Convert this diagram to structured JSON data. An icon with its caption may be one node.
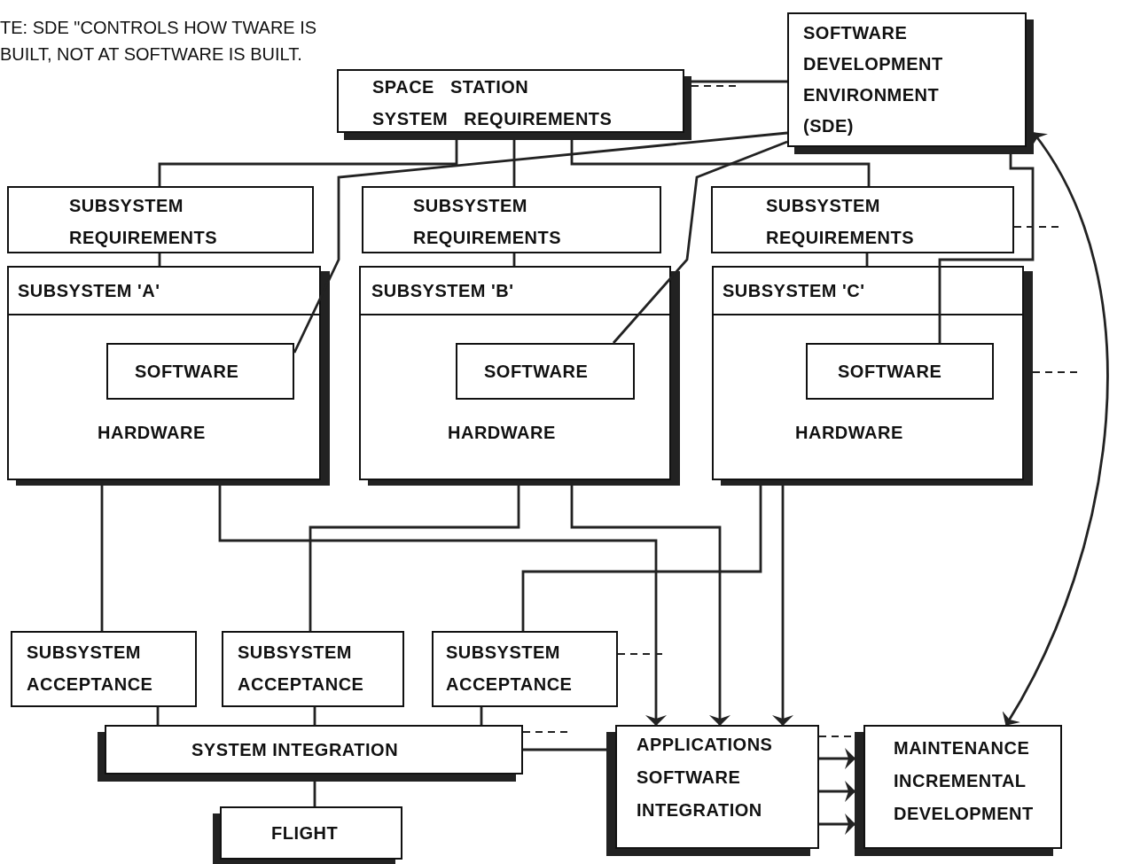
{
  "diagram": {
    "nodes": [
      {
        "text": [
          "SPACE STATION SYSTEM REQUIREMENTS"
        ]
      },
      {
        "text": [
          "SOFTWARE DEVELOPMENT ENVIRONMENT (SDE)"
        ]
      },
      {
        "text": [
          "SUBSYSTEM REQUIREMENTS"
        ]
      },
      {
        "text": [
          "SUBSYSTEM REQUIREMENTS"
        ]
      },
      {
        "text": [
          "SUBSYSTEM REQUIREMENTS"
        ]
      },
      {
        "text": [
          "SUBSYSTEM 'A'",
          "HARDWARE"
        ]
      },
      {
        "text": [
          "SOFTWARE"
        ],
        "in": 5
      },
      {
        "text": [
          "SUBSYSTEM 'B'",
          "HARDWARE"
        ]
      },
      {
        "text": [
          "SOFTWARE"
        ],
        "in": 7
      },
      {
        "text": [
          "SUBSYSTEM 'C'",
          "HARDWARE"
        ]
      },
      {
        "text": [
          "SOFTWARE"
        ],
        "in": 9
      },
      {
        "text": [
          "SUBSYSTEM ACCEPTANCE"
        ]
      },
      {
        "text": [
          "SUBSYSTEM ACCEPTANCE"
        ]
      },
      {
        "text": [
          "SUBSYSTEM ACCEPTANCE"
        ]
      },
      {
        "text": [
          "SYSTEM INTEGRATION"
        ]
      },
      {
        "text": [
          "FLIGHT"
        ]
      },
      {
        "text": [
          "APPLICATIONS SOFTWARE INTEGRATION"
        ]
      },
      {
        "text": [
          "MAINTENANCE INCREMENTAL DEVELOPMENT"
        ]
      }
    ],
    "edges": [
      {
        "from": 0,
        "to": 1,
        "arrow": "none"
      },
      {
        "from": 0,
        "to": 2,
        "arrow": "none"
      },
      {
        "from": 0,
        "to": 3,
        "arrow": "none"
      },
      {
        "from": 0,
        "to": 4,
        "arrow": "none"
      },
      {
        "from": 2,
        "to": 5,
        "arrow": "none"
      },
      {
        "from": 3,
        "to": 7,
        "arrow": "none"
      },
      {
        "from": 4,
        "to": 9,
        "arrow": "none"
      },
      {
        "from": 1,
        "to": 6,
        "arrow": "none"
      },
      {
        "from": 1,
        "to": 8,
        "arrow": "none"
      },
      {
        "from": 1,
        "to": 10,
        "arrow": "none"
      },
      {
        "from": 5,
        "to": 11,
        "arrow": "none"
      },
      {
        "from": 7,
        "to": 12,
        "arrow": "none"
      },
      {
        "from": 9,
        "to": 13,
        "arrow": "none"
      },
      {
        "from": 5,
        "to": 16,
        "arrow": "to"
      },
      {
        "from": 7,
        "to": 16,
        "arrow": "to"
      },
      {
        "from": 9,
        "to": 16,
        "arrow": "to"
      },
      {
        "from": 11,
        "to": 14,
        "arrow": "none"
      },
      {
        "from": 12,
        "to": 14,
        "arrow": "none"
      },
      {
        "from": 13,
        "to": 14,
        "arrow": "none"
      },
      {
        "from": 14,
        "to": 15,
        "arrow": "none"
      },
      {
        "from": 14,
        "to": 16,
        "arrow": "none"
      },
      {
        "from": 16,
        "to": 17,
        "arrow": "to"
      },
      {
        "from": 16,
        "to": 17,
        "arrow": "to"
      },
      {
        "from": 16,
        "to": 17,
        "arrow": "to"
      },
      {
        "from": 1,
        "to": 17,
        "arrow": "both"
      },
      {
        "from": 0,
        "to": null,
        "arrow": "none",
        "style": "dashed"
      },
      {
        "from": 4,
        "to": null,
        "arrow": "none",
        "style": "dashed"
      },
      {
        "from": 9,
        "to": null,
        "arrow": "none",
        "style": "dashed"
      },
      {
        "from": 13,
        "to": null,
        "arrow": "none",
        "style": "dashed"
      },
      {
        "from": 14,
        "to": null,
        "arrow": "none",
        "style": "dashed"
      },
      {
        "from": 16,
        "to": 17,
        "arrow": "none",
        "style": "dashed"
      }
    ],
    "labels": [
      "TE: SDE \"CONTROLS HOW TWARE IS BUILT, NOT AT SOFTWARE IS BUILT."
    ]
  }
}
